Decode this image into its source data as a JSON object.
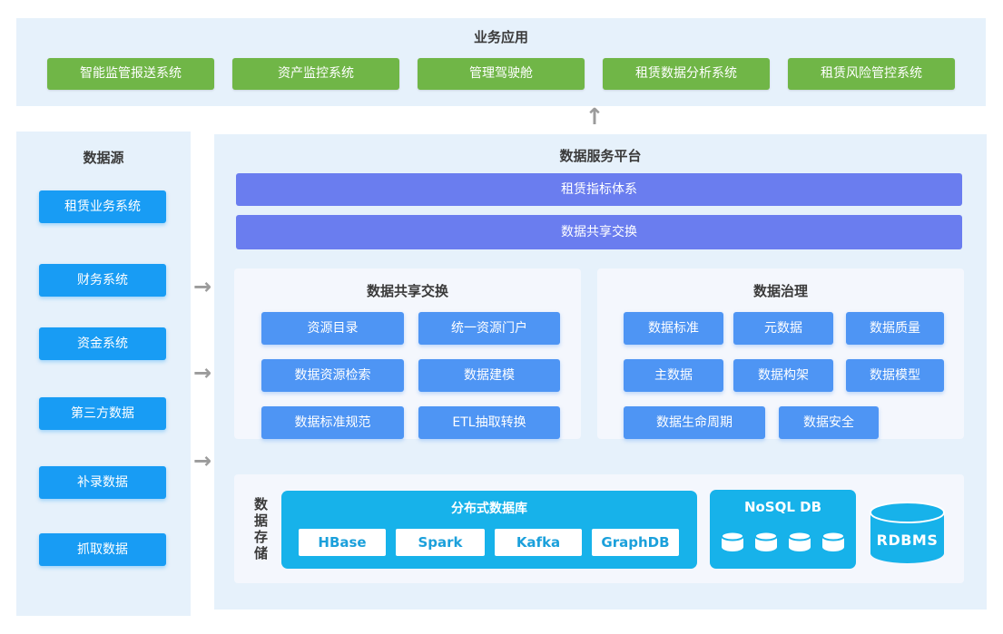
{
  "colors": {
    "section_bg": "#E6F1FB",
    "inner_panel_bg": "#F4F7FD",
    "app_green": "#70B647",
    "source_blue": "#189CF4",
    "chip_blue": "#4E95F4",
    "bar_purple": "#6A7DEF",
    "storage_cyan": "#17B2EA",
    "storage_chip_text": "#1BA0DB",
    "arrow_gray": "#9B9B9B"
  },
  "business_apps": {
    "title": "业务应用",
    "apps": [
      "智能监管报送系统",
      "资产监控系统",
      "管理驾驶舱",
      "租赁数据分析系统",
      "租赁风险管控系统"
    ]
  },
  "data_sources": {
    "title": "数据源",
    "items": [
      "租赁业务系统",
      "财务系统",
      "资金系统",
      "第三方数据",
      "补录数据",
      "抓取数据"
    ]
  },
  "platform": {
    "title": "数据服务平台",
    "bars": [
      "租赁指标体系",
      "数据共享交换"
    ],
    "sharing": {
      "title": "数据共享交换",
      "items": [
        "资源目录",
        "统一资源门户",
        "数据资源检索",
        "数据建模",
        "数据标准规范",
        "ETL抽取转换"
      ]
    },
    "governance": {
      "title": "数据治理",
      "items": [
        "数据标准",
        "元数据",
        "数据质量",
        "主数据",
        "数据构架",
        "数据模型",
        "数据生命周期",
        "数据安全"
      ]
    },
    "storage": {
      "label": "数据存储",
      "distributed": {
        "title": "分布式数据库",
        "items": [
          "HBase",
          "Spark",
          "Kafka",
          "GraphDB"
        ]
      },
      "nosql": {
        "title": "NoSQL DB"
      },
      "rdbms": {
        "label": "RDBMS"
      }
    }
  }
}
